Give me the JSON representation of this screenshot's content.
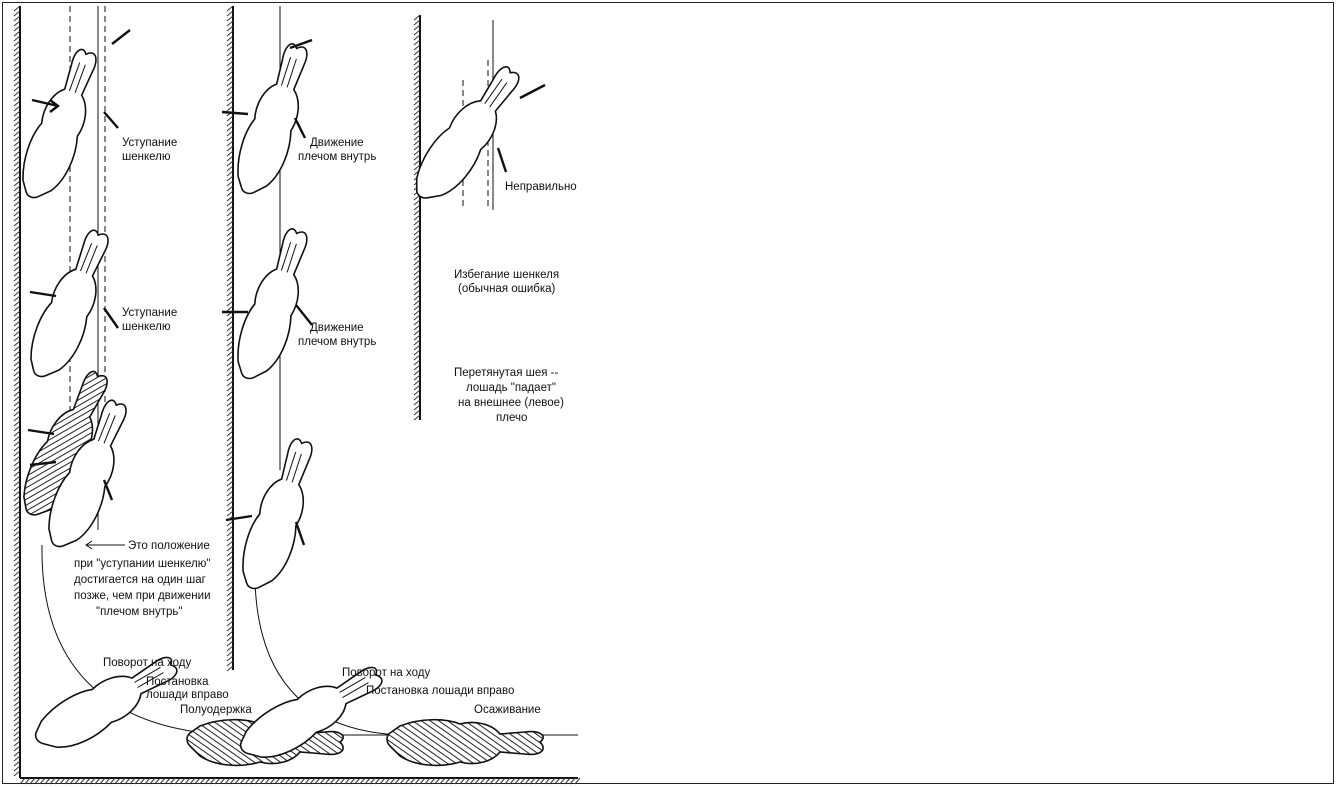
{
  "labels": {
    "yield_1": [
      "Уступание",
      "шенкелю"
    ],
    "yield_2": [
      "Уступание",
      "шенкелю"
    ],
    "shoulder_in_1": [
      "Движение",
      "плечом внутрь"
    ],
    "shoulder_in_2": [
      "Движение",
      "плечом внутрь"
    ],
    "wrong": "Неправильно",
    "evade": [
      "Избегание шенкеля",
      "(обычная ошибка)"
    ],
    "neck": [
      "Перетянутая шея --",
      "лошадь \"падает\"",
      "на внешнее (левое)",
      "плечо"
    ],
    "position_note": [
      "Это положение",
      "при \"уступании шенкелю\"",
      "достигается на один шаг",
      "позже, чем при движении",
      "\"плечом внутрь\""
    ],
    "left_sequence": [
      "Поворот на ходу",
      "Постановка",
      "лошади вправо",
      "Полуодержка"
    ],
    "right_sequence": [
      "Поворот на ходу",
      "Постановка лошади вправо",
      "Осаживание"
    ]
  }
}
